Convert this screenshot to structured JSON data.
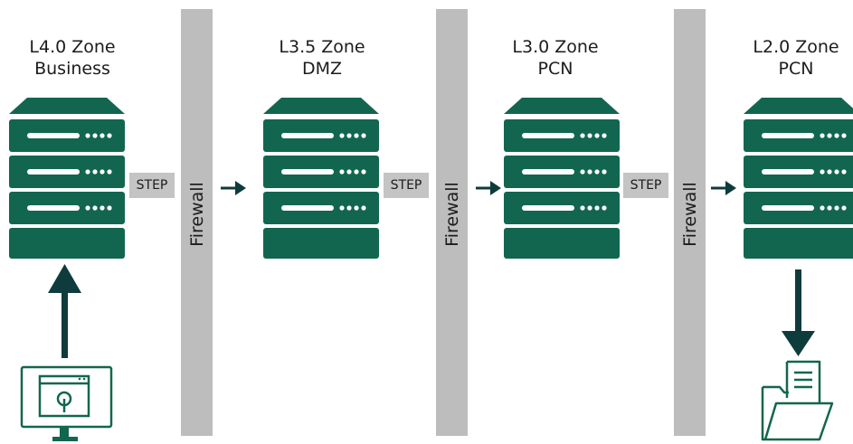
{
  "zones": [
    {
      "line1": "L4.0 Zone",
      "line2": "Business"
    },
    {
      "line1": "L3.5 Zone",
      "line2": "DMZ"
    },
    {
      "line1": "L3.0 Zone",
      "line2": "PCN"
    },
    {
      "line1": "L2.0 Zone",
      "line2": "PCN"
    }
  ],
  "firewall_label": "Firewall",
  "step_label": "STEP",
  "colors": {
    "server": "#12664f",
    "arrow": "#0e3b3b",
    "firewall": "#bdbdbd",
    "step": "#c4c4c4"
  },
  "icons": [
    "server-icon",
    "computer-monitor-icon",
    "document-folder-icon",
    "arrow-icon"
  ]
}
